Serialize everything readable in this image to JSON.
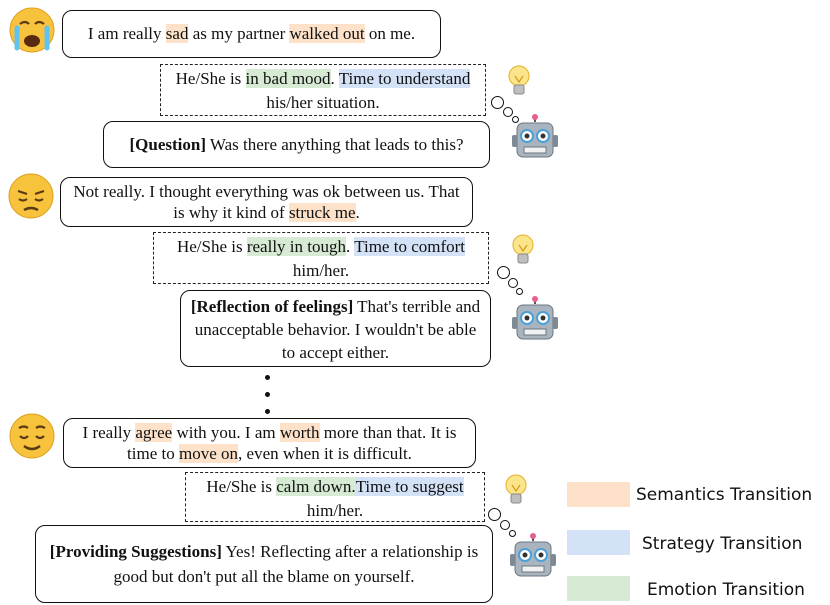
{
  "turns": [
    {
      "speaker": "user",
      "emotion_icon": "crying-face-icon",
      "segments": [
        {
          "t": "I am really "
        },
        {
          "t": "sad",
          "h": "sem"
        },
        {
          "t": " as my partner "
        },
        {
          "t": "walked out",
          "h": "sem"
        },
        {
          "t": " on me."
        }
      ]
    },
    {
      "speaker": "thought",
      "segments": [
        {
          "t": "He/She is "
        },
        {
          "t": "in bad mood",
          "h": "emo"
        },
        {
          "t": ". "
        },
        {
          "t": "Time to understand",
          "h": "str"
        },
        {
          "t": " his/her situation."
        }
      ]
    },
    {
      "speaker": "bot",
      "segments": [
        {
          "t": "[Question]",
          "tag": true
        },
        {
          "t": " Was there anything that leads to this?"
        }
      ]
    },
    {
      "speaker": "user",
      "emotion_icon": "pensive-face-icon",
      "segments": [
        {
          "t": "Not really. I thought everything was ok between us. That is why it kind of "
        },
        {
          "t": "struck me",
          "h": "sem"
        },
        {
          "t": "."
        }
      ]
    },
    {
      "speaker": "thought",
      "segments": [
        {
          "t": "He/She is "
        },
        {
          "t": "really in tough",
          "h": "emo"
        },
        {
          "t": ". "
        },
        {
          "t": "Time to comfort",
          "h": "str"
        },
        {
          "t": " him/her."
        }
      ]
    },
    {
      "speaker": "bot",
      "segments": [
        {
          "t": "[Reflection of feelings]",
          "tag": true
        },
        {
          "t": " That's terrible and unacceptable behavior. I wouldn't be able to accept either."
        }
      ]
    },
    {
      "speaker": "user",
      "emotion_icon": "relieved-face-icon",
      "segments": [
        {
          "t": "I really "
        },
        {
          "t": "agree",
          "h": "sem"
        },
        {
          "t": " with you. I am "
        },
        {
          "t": "worth",
          "h": "sem"
        },
        {
          "t": " more than that. It is time to "
        },
        {
          "t": "move on",
          "h": "sem"
        },
        {
          "t": ", even when it is difficult."
        }
      ]
    },
    {
      "speaker": "thought",
      "segments": [
        {
          "t": "He/She is "
        },
        {
          "t": "calm down.",
          "h": "emo"
        },
        {
          "t": "Time to suggest",
          "h": "str"
        },
        {
          "t": " him/her."
        }
      ]
    },
    {
      "speaker": "bot",
      "segments": [
        {
          "t": "[Providing Suggestions]",
          "tag": true
        },
        {
          "t": " Yes! Reflecting after a relationship is good but don't put all the blame on yourself."
        }
      ]
    }
  ],
  "legend": [
    {
      "label": "Semantics Transition",
      "color": "#fde2c9"
    },
    {
      "label": "Strategy Transition",
      "color": "#d4e2f7"
    },
    {
      "label": "Emotion Transition",
      "color": "#d6ead4"
    }
  ],
  "icons": {
    "bot": "robot-icon",
    "idea": "lightbulb-icon"
  }
}
